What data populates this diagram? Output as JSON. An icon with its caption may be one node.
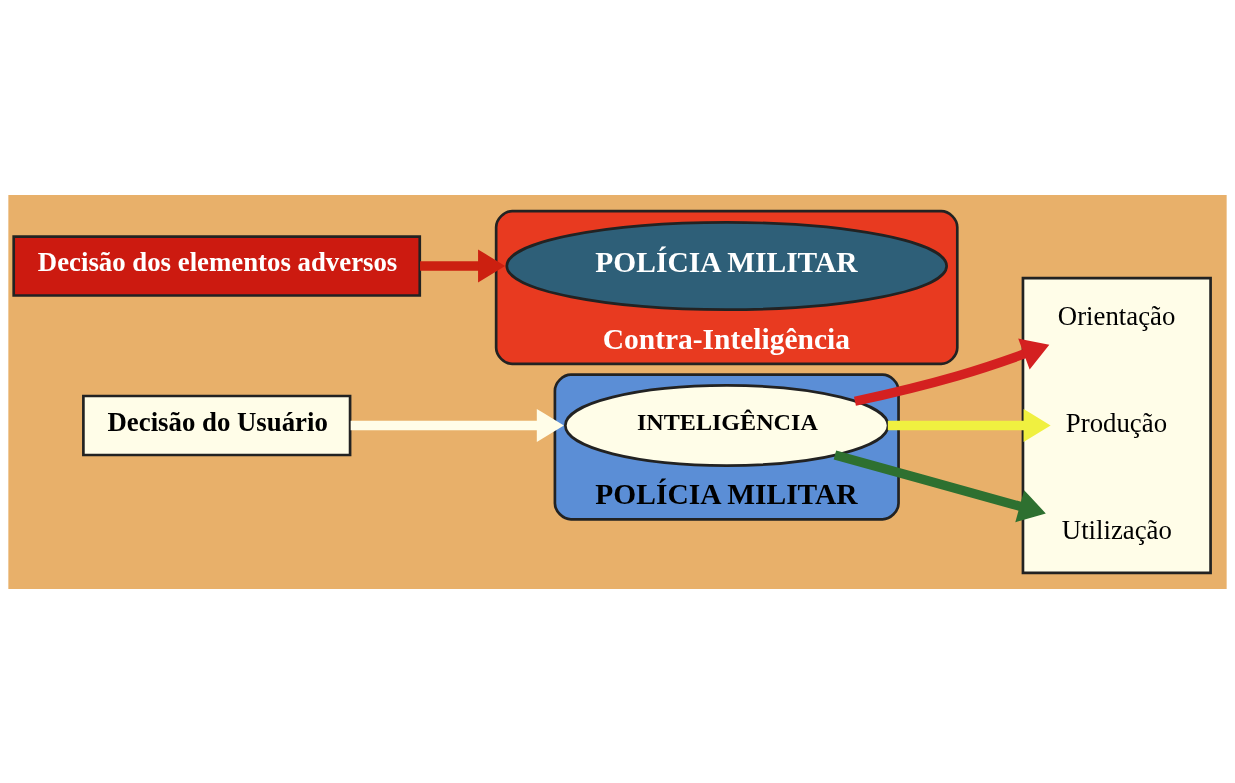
{
  "diagram": {
    "nodes": [
      {
        "text": [
          "Decisão do Usuário"
        ]
      },
      {
        "text": [
          "POLÍCIA MILITAR"
        ]
      },
      {
        "text": [
          "INTELIGÊNCIA"
        ],
        "in": 1
      },
      {
        "text": [],
        "shape": "box"
      },
      {
        "text": [
          "Orientação"
        ],
        "in": 3
      },
      {
        "text": [
          "Produção"
        ],
        "in": 3
      },
      {
        "text": [
          "Utilização"
        ],
        "in": 3
      },
      {
        "text": [
          "Contra-Inteligência"
        ]
      },
      {
        "text": [
          "POLÍCIA MILITAR"
        ],
        "in": 7
      },
      {
        "text": [
          "Decisão dos elementos adversos"
        ]
      }
    ],
    "edges": [
      {
        "from": 0,
        "to": 1,
        "arrow": "to",
        "color": "#fffde8"
      },
      {
        "from": 2,
        "to": 4,
        "arrow": "to",
        "color": "#d42020"
      },
      {
        "from": 2,
        "to": 5,
        "arrow": "to",
        "color": "#f0f040"
      },
      {
        "from": 2,
        "to": 6,
        "arrow": "to",
        "color": "#2e7030"
      },
      {
        "from": 9,
        "to": 7,
        "arrow": "to",
        "color": "#cc2010"
      }
    ]
  }
}
